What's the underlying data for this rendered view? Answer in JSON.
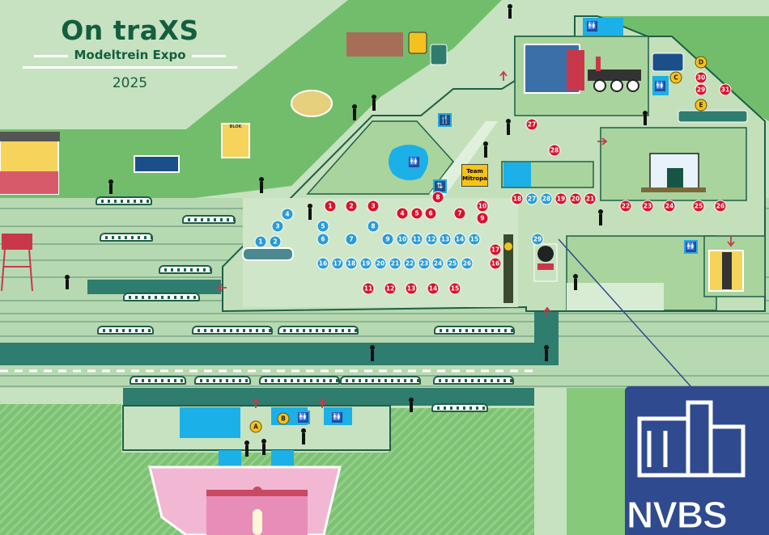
{
  "header": {
    "title": "On traXS",
    "subtitle": "Modeltrein Expo",
    "year": "2025"
  },
  "labels": {
    "team_mitropa": "Team Mitropa",
    "blok": "BLOK",
    "logo": "NVBS"
  },
  "markers": {
    "red": [
      "1",
      "2",
      "3",
      "4",
      "5",
      "6",
      "7",
      "8",
      "9",
      "10",
      "11",
      "12",
      "13",
      "14",
      "15",
      "16",
      "17",
      "18",
      "19",
      "20",
      "21",
      "22",
      "23",
      "24",
      "25",
      "26",
      "27",
      "28",
      "29",
      "30",
      "31"
    ],
    "blue": [
      "1",
      "2",
      "3",
      "4",
      "5",
      "6",
      "7",
      "8",
      "9",
      "10",
      "11",
      "12",
      "13",
      "14",
      "15",
      "16",
      "17",
      "18",
      "19",
      "20",
      "21",
      "22",
      "23",
      "24",
      "25",
      "26",
      "27",
      "28",
      "29"
    ],
    "facilities": [
      "A",
      "B",
      "C",
      "D",
      "E"
    ]
  },
  "icons": {
    "toilet": "toilet-icon",
    "restaurant": "restaurant-icon",
    "elevator": "elevator-icon",
    "arrow": "arrow-icon"
  },
  "colors": {
    "exhibit_red": "#d8132a",
    "exhibit_blue": "#2a9bd7",
    "facility_yellow": "#f4c21f",
    "platform_teal": "#2e7d6e",
    "logo_navy": "#2f4a8f"
  }
}
